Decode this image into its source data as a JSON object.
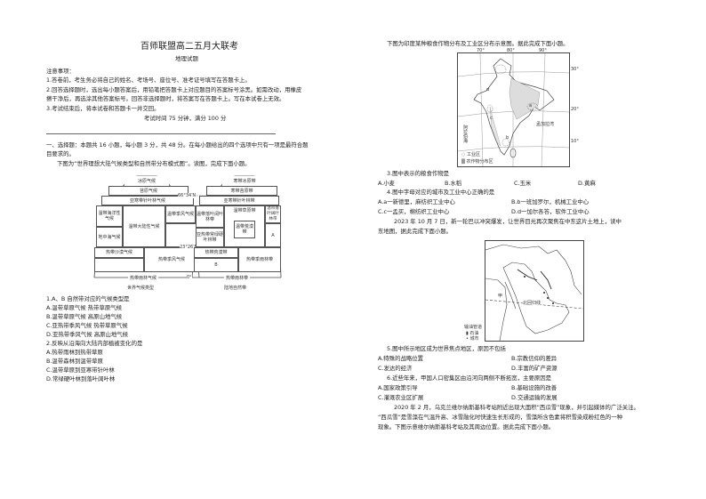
{
  "header": {
    "title": "百师联盟高二五月大联考",
    "subject": "地理试题"
  },
  "notice": {
    "heading": "注意事项：",
    "items": [
      "1.答卷前，考生务必将自己的姓名、考场号、座位号、准考证号填写在答题卡上。",
      "2.回答选择题时，选出每小题答案后，用铅笔把答题卡上对应题目的答案标号涂黑。如需改动，用橡皮",
      "擦干净后，再选涂其他答案标号。回答非选择题时，将答案写在答题卡上。写在本试卷上无效。",
      "3.考试结束后，将本试卷和答题卡一并交回。"
    ],
    "time": "考试时间 75 分钟，满分 100 分"
  },
  "section1": {
    "intro_line1": "一、选择题：本题共 16 小题，每小题 3 分，共 48 分。在每小题给出的四个选项中只有一项是最符合题",
    "intro_line2": "目要求的。",
    "figure_intro": "下图为“世界理想大陆气候类型和自然带分布模式图”。读图，完成下面小题。"
  },
  "diagram": {
    "left_caption": "世界气候类型",
    "right_caption": "陆地自然带",
    "lat_6634": "66°34′N",
    "lat_2326": "23°26′N",
    "lat_0": "0°",
    "left": {
      "ice": "冰原气候",
      "tundra": "苔原气候",
      "subarctic": "亚寒带针叶林气候",
      "temp_marine": "温带海洋性气候",
      "temp_continental": "温带大陆性气候",
      "temp_monsoon": "温带季风气候",
      "mediterranean": "地中海气候",
      "trop_desert": "热带沙漠气候",
      "trop_monsoon": "热带季风气候",
      "trop_rainforest": "热带雨林气候"
    },
    "right": {
      "ice": "寒带冰原带",
      "tundra": "寒带苔原带",
      "taiga": "亚寒带针叶林带",
      "temp_mixed_l": "温带落叶阔叶林带",
      "temp_steppe": "温带草原带",
      "temp_desert": "温带荒漠带",
      "temp_mixed_r": "温带落叶阔叶林带",
      "subtrop_evergreen": "亚热带常绿硬叶林带",
      "label_a": "A",
      "trop_desert": "热带荒漠带",
      "label_b": "B",
      "trop_monsoon_forest": "热带季雨林带",
      "trop_rainforest": "热带雨林带"
    }
  },
  "questions_left": [
    {
      "stem": "1.A、B 自然带对应的气候类型是",
      "options": [
        "A.温带草原气候 热带草原气候",
        "B.温带草原气候 高原山地气候",
        "C.亚热带季风气候 热带草原气候",
        "D.亚热带季风气候 高原山地气候"
      ]
    },
    {
      "stem": "2.反映从沿海向大陆内部植被变化的是",
      "options": [
        "A.热带雨林到热带草原",
        "B.温带森林到温带草原",
        "C.温带草原到亚寒带针叶林",
        "D.常绿硬叶林到落叶阔叶林"
      ]
    }
  ],
  "india": {
    "intro": "下图为印度某种粮食作物分布及工业区分布示意图。据此完成下面小题。",
    "lon_labels": [
      "70°",
      "80°",
      "90°"
    ],
    "lat_labels": [
      "30°",
      "20°",
      "10°"
    ],
    "sea_arabian": "阿拉伯海",
    "bay_bengal": "孟加拉湾",
    "legend_industry": "工业区",
    "legend_crop": "农作物分布区",
    "point_labels": [
      "a",
      "b",
      "c",
      "d"
    ]
  },
  "questions_right": [
    {
      "stem": "3.图中表示的粮食作物是",
      "options": [
        "A.小麦",
        "B.水稻",
        "C.玉米",
        "D.黄麻"
      ]
    },
    {
      "stem": "4.图中字母对应的城市及工业中心正确的是",
      "options": [
        "A.a一新德里，麻纺织工业中心",
        "B.b一班加罗尔，机械工业中心",
        "C.c一孟买，棉纺织工业中心",
        "D.d一加尔各答，软件工业中心"
      ]
    }
  ],
  "mideast": {
    "intro_line1": "2023 年 10 月 7 日，新一轮巴以冲突爆发，让世界目光再次聚焦在中东这片土地上，读中",
    "intro_line2": "东地图，据此完成下面小题。",
    "label_jia": "甲",
    "tropic_label": "北回归线",
    "legend_pipeline": "输油管道",
    "legend_oil": "石油",
    "legend_city": "城市"
  },
  "questions_right2": [
    {
      "stem": "5.图中所示地区成为世界焦点地区，原因不包括",
      "options": [
        "A.特殊的战略位置",
        "B.宗教信仰的差异",
        "C.发达的经济",
        "D.丰富的矿产资源"
      ]
    },
    {
      "stem": "6.近些年来，甲国人口密集区由沿河向两侧不断拓宽，主要原因是",
      "options": [
        "A.国家政策引导",
        "B.基础设施的改善",
        "C.灌溉农业区扩展",
        "D.交通运输的发展"
      ]
    }
  ],
  "ukraine": {
    "line1": "2020 年 2 月，乌克兰维尔纳斯基科考站附近出现大面积“西瓜雪”现象，并引起媒体的广泛关注。",
    "line2": "“西瓜雪”是雪藻在气温升高、冰雪融化时快速生长形成的，雪藻所含色素将积雪染成粉红色的一种",
    "line3": "现象。下图示意维尔纳斯基科考站及其周边位置。据此完成下面小题。"
  }
}
